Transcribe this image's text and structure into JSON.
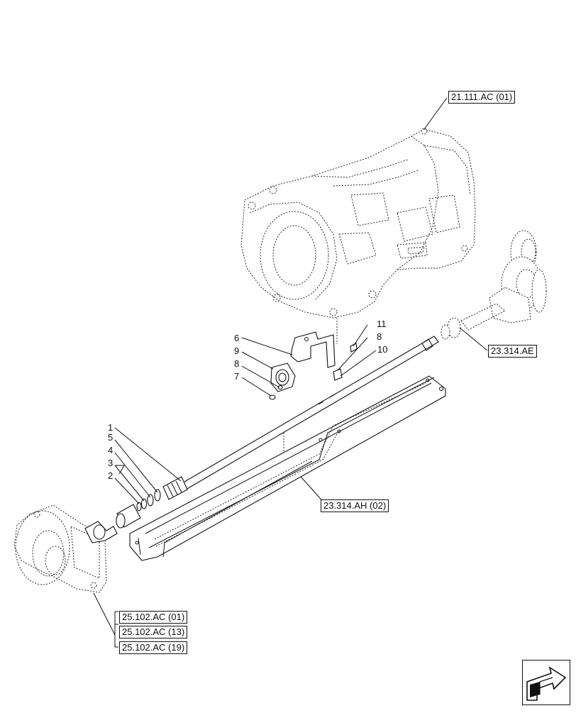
{
  "references": {
    "transmission": "21.111.AC (01)",
    "gear_shaft": "23.314.AE",
    "frame": "23.314.AH (02)",
    "axle_1": "25.102.AC (01)",
    "axle_2": "25.102.AC (13)",
    "axle_3": "25.102.AC (19)"
  },
  "callouts": {
    "n1": "1",
    "n2": "2",
    "n3": "3",
    "n4": "4",
    "n5": "5",
    "n6": "6",
    "n7": "7",
    "n8a": "8",
    "n8b": "8",
    "n9": "9",
    "n10": "10",
    "n11": "11"
  },
  "icons": {
    "nav": "next-page-arrow-icon"
  }
}
